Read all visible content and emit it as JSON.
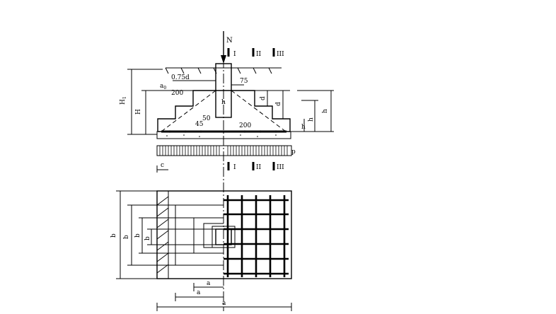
{
  "labels": {
    "load": "N",
    "section_1": "I",
    "section_2": "II",
    "section_3": "III",
    "dim_075d": "0.75d",
    "dim_a0": "a",
    "dim_a0_sub": "0",
    "dim_200_top": "200",
    "dim_75": "75",
    "dim_50": "50",
    "dim_45": "45",
    "dim_200_bot": "200",
    "dim_H1": "H",
    "dim_H1_sub": "1",
    "dim_H": "H",
    "dim_h1": "h",
    "dim_d": "d",
    "dim_d2": "d",
    "dim_h": "h",
    "dim_hc": "h",
    "dim_h0": "h",
    "dim_col": "h",
    "pressure": "p",
    "dim_c": "c",
    "dim_b": "b",
    "dim_b1": "b",
    "dim_bc": "b",
    "dim_bc2": "b",
    "dim_a1": "a",
    "dim_a2": "a",
    "dim_a": "a"
  }
}
